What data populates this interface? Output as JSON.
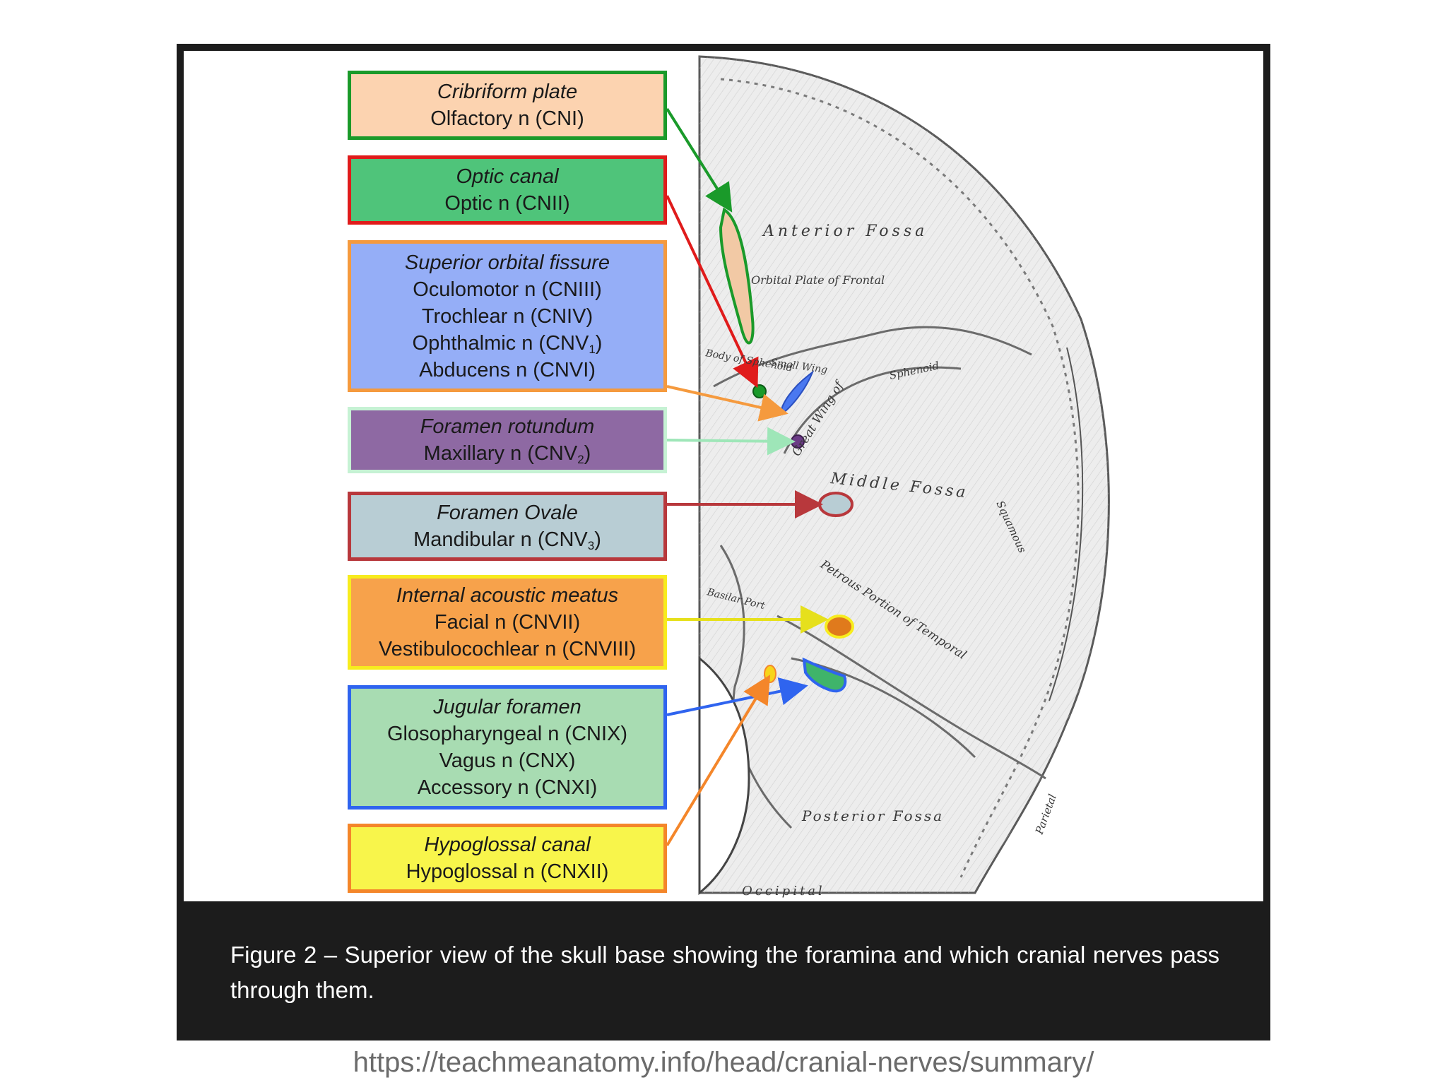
{
  "labels": [
    {
      "title": "Cribriform plate",
      "lines": [
        "Olfactory n (CNI)"
      ]
    },
    {
      "title": "Optic canal",
      "lines": [
        "Optic n (CNII)"
      ]
    },
    {
      "title": "Superior orbital fissure",
      "lines": [
        "Oculomotor n (CNIII)",
        "Trochlear n (CNIV)",
        "Ophthalmic n (CNV",
        "Abducens n (CNVI)"
      ],
      "sub_index": "1"
    },
    {
      "title": "Foramen rotundum",
      "lines": [
        "Maxillary n (CNV"
      ],
      "sub_index": "2"
    },
    {
      "title": "Foramen Ovale",
      "lines": [
        "Mandibular n (CNV"
      ],
      "sub_index": "3"
    },
    {
      "title": "Internal acoustic meatus",
      "lines": [
        "Facial n (CNVII)",
        "Vestibulocochlear n (CNVIII)"
      ]
    },
    {
      "title": "Jugular foramen",
      "lines": [
        "Glosopharyngeal n (CNIX)",
        "Vagus n (CNX)",
        "Accessory n (CNXI)"
      ]
    },
    {
      "title": "Hypoglossal canal",
      "lines": [
        "Hypoglossal n (CNXII)"
      ]
    }
  ],
  "skull_text": {
    "anterior_fossa": "Anterior Fossa",
    "orbital_plate": "Orbital Plate of Frontal",
    "body_sphenoid": "Body of Sphenoid",
    "small_wing": "Small Wing",
    "great_wing": "Great Wing of",
    "sphenoid": "Sphenoid",
    "middle_fossa": "Middle Fossa",
    "petrous_portion": "Petrous Portion of Temporal",
    "basilar_port": "Basilar Port",
    "posterior_fossa": "Posterior Fossa",
    "occipital": "Occipital",
    "squamous": "Squamous",
    "parietal": "Parietal"
  },
  "caption": "Figure 2 – Superior view of the skull base showing the foramina and which cranial nerves pass through them.",
  "source": "https://teachmeanatomy.info/head/cranial-nerves/summary/",
  "colors": {
    "cribriform_fill": "#fcd3b0",
    "cribriform_border": "#1a9a2a",
    "optic_fill": "#4fc47a",
    "optic_border": "#e01b1b",
    "sof_fill": "#95aef7",
    "sof_border": "#f59a3e",
    "rotundum_fill": "#8e69a3",
    "rotundum_border": "#c6f2d4",
    "ovale_fill": "#b8cdd4",
    "ovale_border": "#b8383c",
    "iam_fill": "#f7a24b",
    "iam_border": "#f7ec1e",
    "jugular_fill": "#a8dcb2",
    "jugular_border": "#2f64ef",
    "hypoglossal_fill": "#f8f54b",
    "hypoglossal_border": "#f4862a"
  }
}
